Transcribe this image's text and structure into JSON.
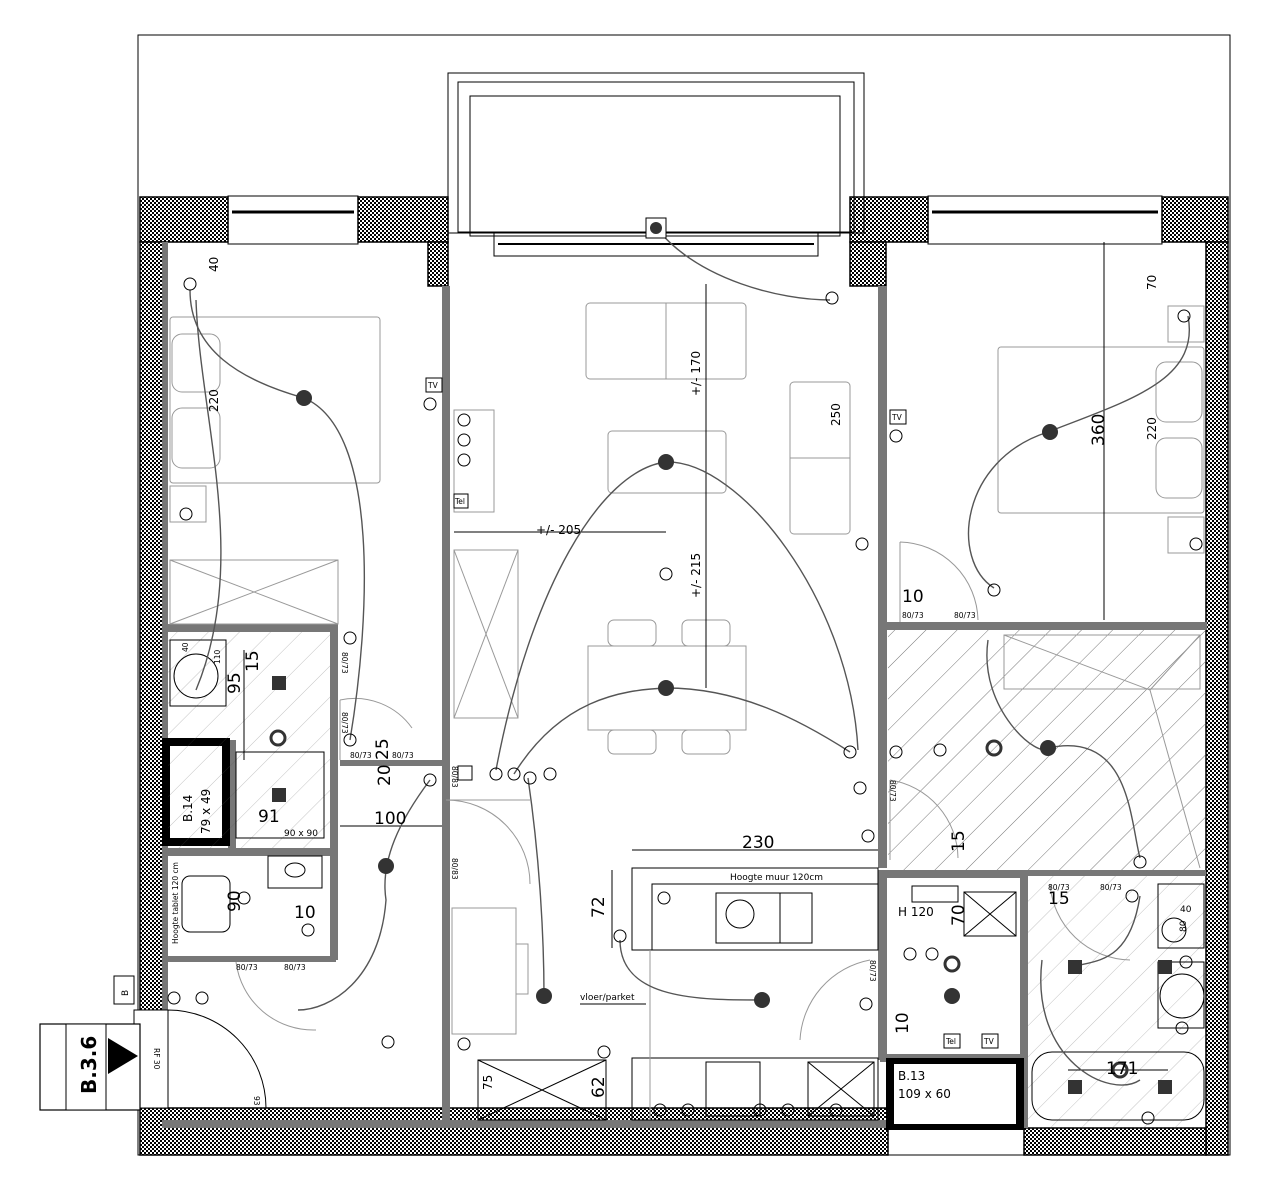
{
  "unit": {
    "code": "B.3.6",
    "door_rating": "RF 30",
    "meter_symbol": "B"
  },
  "shafts": [
    {
      "code": "B.14",
      "size": "79 x 49"
    },
    {
      "code": "B.13",
      "size": "109 x 60"
    }
  ],
  "dimensions": {
    "bed1_40": "40",
    "bed1_220": "220",
    "living_170": "+/- 170",
    "living_205": "+/- 205",
    "living_215": "+/- 215",
    "sofa_250": "250",
    "bed2_70": "70",
    "bed2_360": "360",
    "bed2_220": "220",
    "bed2_10": "10",
    "bath1_15": "15",
    "bath1_95": "95",
    "bath1_25": "25",
    "bath1_20": "20",
    "bath1_91": "91",
    "shower_size": "90 x 90",
    "hall_100": "100",
    "wc_90": "90",
    "wc_10": "10",
    "kitchen_230": "230",
    "kitchen_72": "72",
    "kitchen_75": "75",
    "kitchen_62": "62",
    "storage_15": "15",
    "tech_70": "70",
    "tech_10": "10",
    "bath2_15": "15",
    "bath2_40": "40",
    "bath2_80": "80",
    "bath2_171": "171"
  },
  "doors": {
    "d1": "80/73",
    "d2": "80/73",
    "d3": "80/73",
    "d4": "80/83",
    "d5": "80/83",
    "d6": "80/73",
    "d7": "80/73",
    "d8": "80/73",
    "d9": "80/73",
    "d10": "80/73",
    "d11": "80/73",
    "d12": "80/73",
    "d13": "80/73",
    "d14": "80/73",
    "d15": "93"
  },
  "notes": {
    "kitchen_wall": "Hoogte muur 120cm",
    "floor": "vloer/parket",
    "tablet": "Hoogte tablet 120 cm",
    "boiler": "H 120",
    "mini_40": "40",
    "mini_110": "110"
  },
  "symbols": {
    "tv": "TV",
    "tel": "Tel"
  }
}
